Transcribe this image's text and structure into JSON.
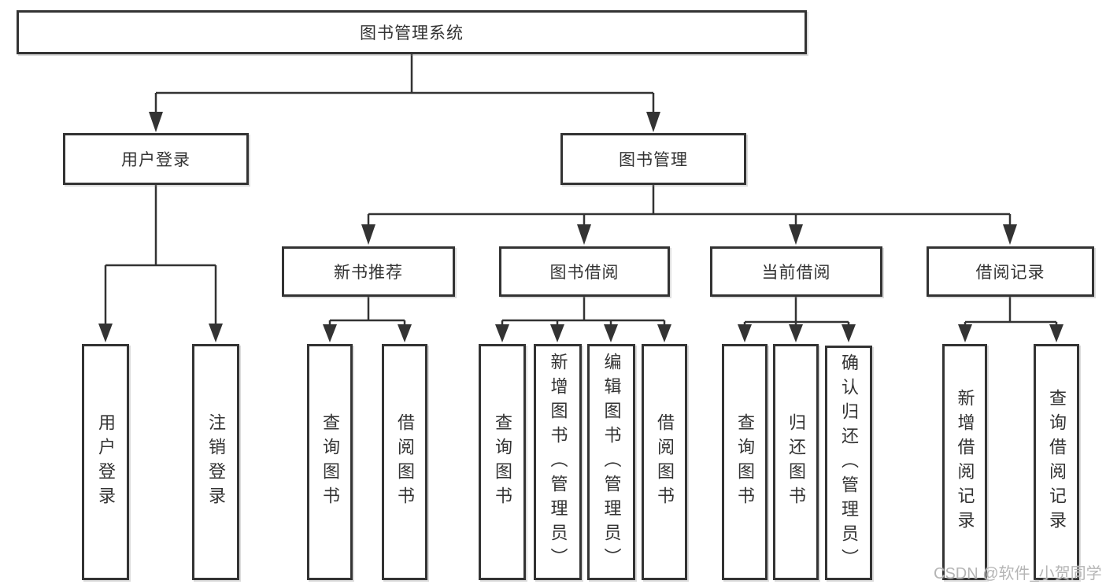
{
  "tree": {
    "label": "图书管理系统",
    "children": [
      {
        "label": "用户登录",
        "children": [
          {
            "label": "用户登录"
          },
          {
            "label": "注销登录"
          }
        ]
      },
      {
        "label": "图书管理",
        "children": [
          {
            "label": "新书推荐",
            "children": [
              {
                "label": "查询图书"
              },
              {
                "label": "借阅图书"
              }
            ]
          },
          {
            "label": "图书借阅",
            "children": [
              {
                "label": "查询图书"
              },
              {
                "label": "新增图书（管理员）"
              },
              {
                "label": "编辑图书（管理员）"
              },
              {
                "label": "借阅图书"
              }
            ]
          },
          {
            "label": "当前借阅",
            "children": [
              {
                "label": "查询图书"
              },
              {
                "label": "归还图书"
              },
              {
                "label": "确认归还（管理员）"
              }
            ]
          },
          {
            "label": "借阅记录",
            "children": [
              {
                "label": "新增借阅记录"
              },
              {
                "label": "查询借阅记录"
              }
            ]
          }
        ]
      }
    ]
  },
  "watermark": {
    "text": "CSDN @软件_小贺同学"
  },
  "colors": {
    "line": "#333333",
    "box_border": "#333333",
    "box_background": "#ffffff",
    "text": "#333333",
    "watermark": "#b5b5b5",
    "background": "#ffffff"
  }
}
